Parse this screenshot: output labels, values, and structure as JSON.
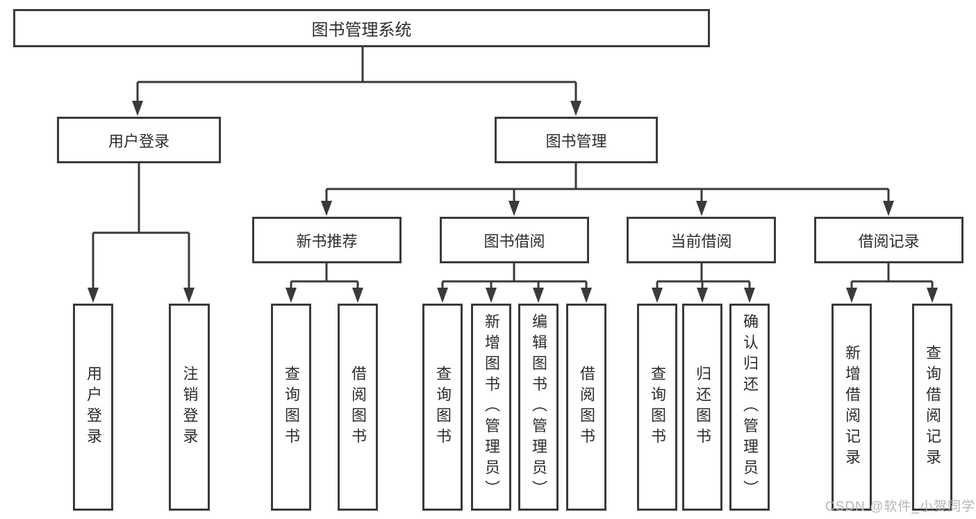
{
  "tree": {
    "label": "图书管理系统",
    "children": [
      {
        "label": "用户登录",
        "children": [
          {
            "label": "用户登录"
          },
          {
            "label": "注销登录"
          }
        ]
      },
      {
        "label": "图书管理",
        "children": [
          {
            "label": "新书推荐",
            "children": [
              {
                "label": "查询图书"
              },
              {
                "label": "借阅图书"
              }
            ]
          },
          {
            "label": "图书借阅",
            "children": [
              {
                "label": "查询图书"
              },
              {
                "label": "新增图书（管理员）"
              },
              {
                "label": "编辑图书（管理员）"
              },
              {
                "label": "借阅图书"
              }
            ]
          },
          {
            "label": "当前借阅",
            "children": [
              {
                "label": "查询图书"
              },
              {
                "label": "归还图书"
              },
              {
                "label": "确认归还（管理员）"
              }
            ]
          },
          {
            "label": "借阅记录",
            "children": [
              {
                "label": "新增借阅记录"
              },
              {
                "label": "查询借阅记录"
              }
            ]
          }
        ]
      }
    ]
  },
  "watermark": {
    "text": "CSDN @软件_小贺同学"
  },
  "colors": {
    "line": "#3a3a3a",
    "text": "#2d2d2d",
    "box_background": "#ffffff",
    "watermark": "#b5b5b5"
  }
}
